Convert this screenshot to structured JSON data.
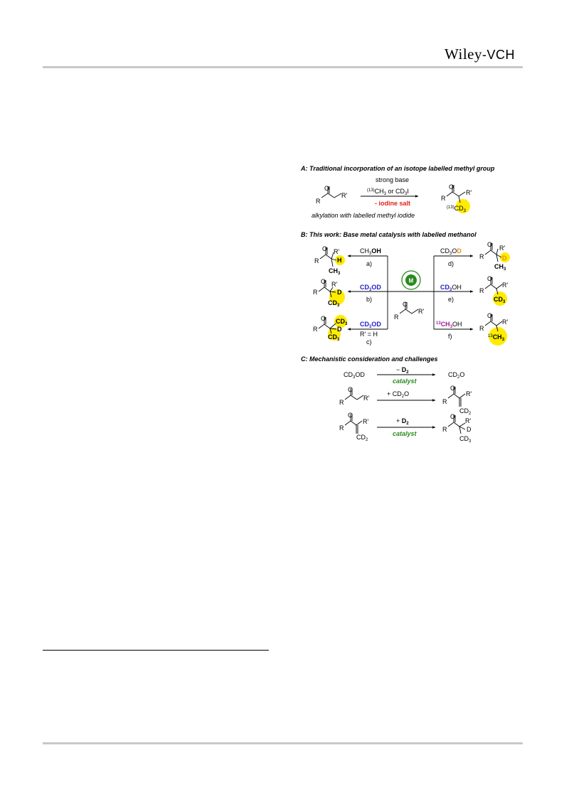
{
  "header": {
    "logo_main": "Wiley",
    "logo_suffix": "-VCH"
  },
  "colors": {
    "highlight": "#ffec00",
    "red": "#e0201b",
    "blue": "#1c1ccc",
    "orange": "#e8901a",
    "purple": "#9b1f9b",
    "green": "#2a8a1f"
  },
  "scheme": {
    "section_a": {
      "title": "A: Traditional incorporation of an isotope labelled methyl group",
      "reagent_top": "strong base",
      "reagent_mid": "(13)CH3 or CD3I",
      "reagent_bottom": "- iodine salt",
      "caption": "alkylation with labelled methyl iodide",
      "product_label": "(13)CD3"
    },
    "section_b": {
      "title": "B: This work: Base metal catalysis with labelled methanol",
      "catalyst": "M",
      "paths": [
        {
          "reagent": "CH3OH",
          "letter": "a)"
        },
        {
          "reagent": "CD3OD",
          "letter": "b)"
        },
        {
          "reagent": "CD3OD",
          "letter": "c)",
          "condition": "R' = H"
        },
        {
          "reagent": "CD3OD",
          "letter": "d)"
        },
        {
          "reagent": "CD3OH",
          "letter": "e)"
        },
        {
          "reagent": "13CH3OH",
          "letter": "f)"
        }
      ]
    },
    "section_c": {
      "title": "C: Mechanistic consideration and challenges",
      "step1": {
        "left": "CD3OD",
        "above": "− D2",
        "below": "catalyst",
        "right": "CD2O"
      },
      "step2": {
        "above": "+ CD2O"
      },
      "step3": {
        "above": "+ D2",
        "below": "catalyst"
      }
    }
  }
}
